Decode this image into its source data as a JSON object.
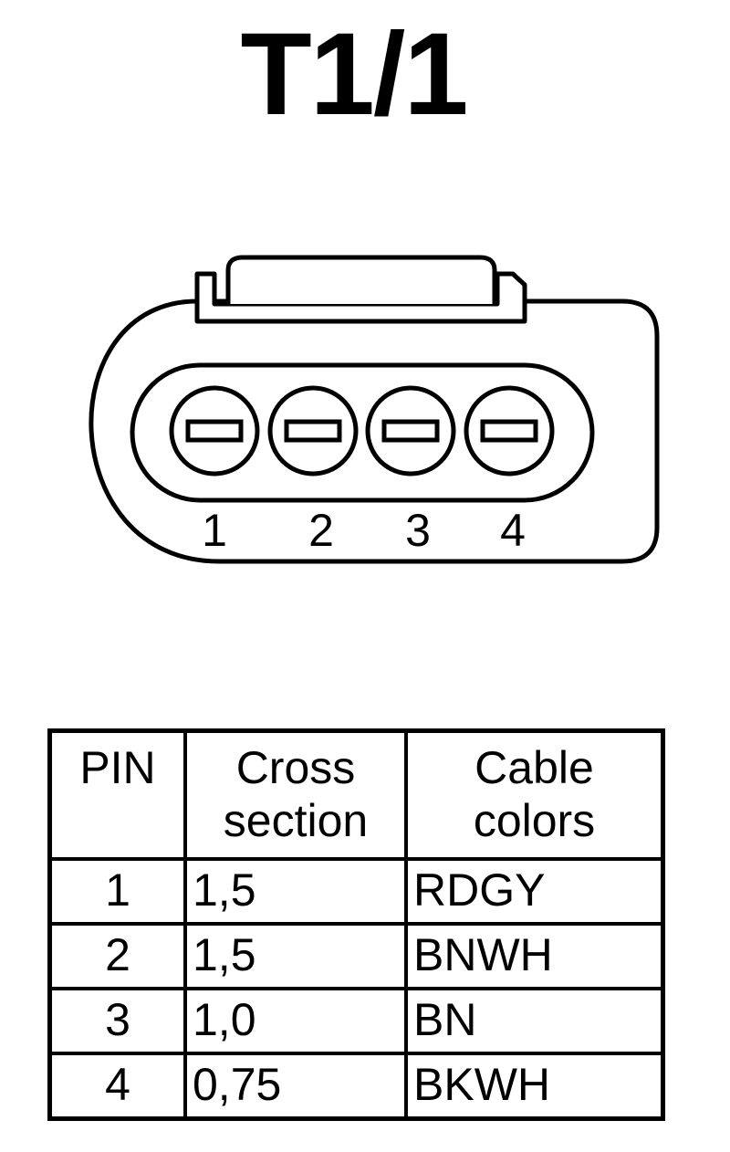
{
  "title": "T1/1",
  "connector": {
    "pin_labels": [
      "1",
      "2",
      "3",
      "4"
    ]
  },
  "table": {
    "headers": {
      "pin": "PIN",
      "cross_line1": "Cross",
      "cross_line2": "section",
      "color_line1": "Cable",
      "color_line2": "colors"
    },
    "rows": [
      {
        "pin": "1",
        "cross_section": "1,5",
        "cable_color": "RDGY"
      },
      {
        "pin": "2",
        "cross_section": "1,5",
        "cable_color": "BNWH"
      },
      {
        "pin": "3",
        "cross_section": "1,0",
        "cable_color": "BN"
      },
      {
        "pin": "4",
        "cross_section": "0,75",
        "cable_color": "BKWH"
      }
    ]
  }
}
